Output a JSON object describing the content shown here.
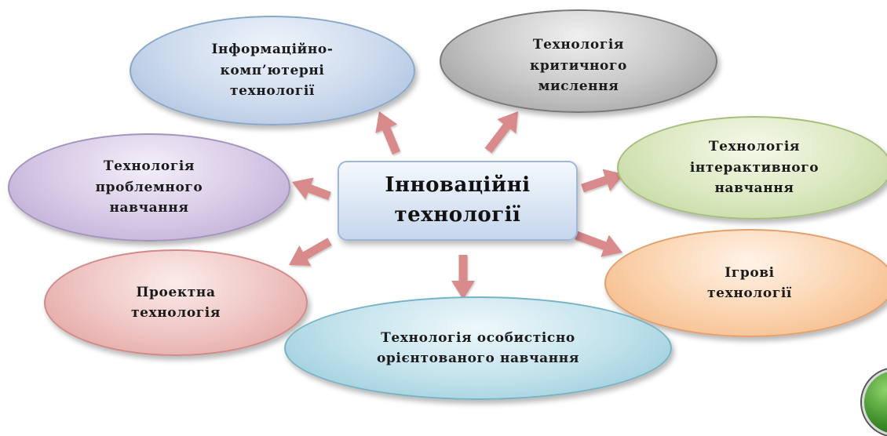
{
  "center": {
    "label": "Інноваційні\nтехнології"
  },
  "nodes": {
    "info": {
      "label": "Інформаційно-\nкомп’ютерні\nтехнології"
    },
    "crit": {
      "label": "Технологія\nкритичного\nмислення"
    },
    "inter": {
      "label": "Технологія\nінтерактивного\nнавчання"
    },
    "prob": {
      "label": "Технологія\nпроблемного\nнавчання"
    },
    "game": {
      "label": "Ігрові\nтехнології"
    },
    "proj": {
      "label": "Проектна\nтехнологія"
    },
    "pers": {
      "label": "Технологія особистісно\nорієнтованого навчання"
    }
  },
  "colors": {
    "arrow": "#d98a8a"
  }
}
